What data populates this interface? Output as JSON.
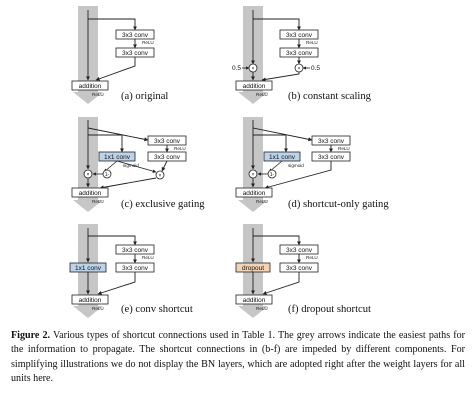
{
  "box_labels": {
    "conv3x3": "3x3 conv",
    "relu": "ReLU",
    "addition": "addition",
    "conv1x1": "1x1 conv",
    "sigmoid": "sigmoid",
    "dropout": "dropout"
  },
  "node_labels": {
    "multiply": "×",
    "one_minus": "1-"
  },
  "scale_label": "0.5",
  "panel_captions": {
    "a": "(a) original",
    "b": "(b) constant scaling",
    "c": "(c) exclusive gating",
    "d": "(d) shortcut-only gating",
    "e": "(e) conv shortcut",
    "f": "(f) dropout shortcut"
  },
  "caption": {
    "label": "Figure 2.",
    "text": " Various types of shortcut connections used in Table 1. The grey arrows indicate the easiest paths for the information to propagate. The shortcut connections in (b-f) are impeded by different components. For simplifying illustrations we do not display the BN layers, which are adopted right after the weight layers for all units here."
  },
  "colors": {
    "grey_arrow": "#c6c6c6",
    "gate_box_fill": "#bcd3ea",
    "dropout_box_fill": "#f2d4b5",
    "line": "#222222"
  }
}
